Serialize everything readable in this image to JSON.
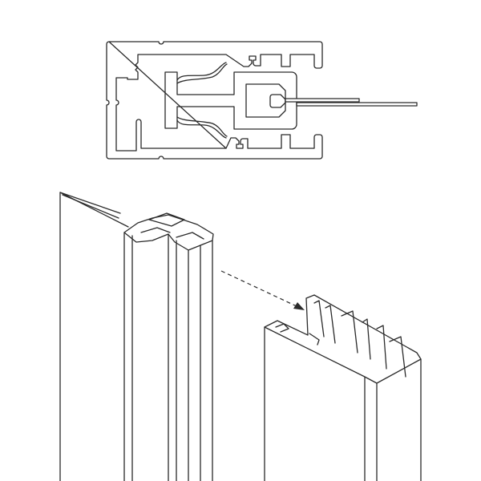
{
  "diagram": {
    "colors": {
      "stroke": "#2a2a2a",
      "background": "#ffffff"
    },
    "parts": [
      "profile-cross-section",
      "wall-panel-with-profile",
      "mating-profile"
    ]
  }
}
